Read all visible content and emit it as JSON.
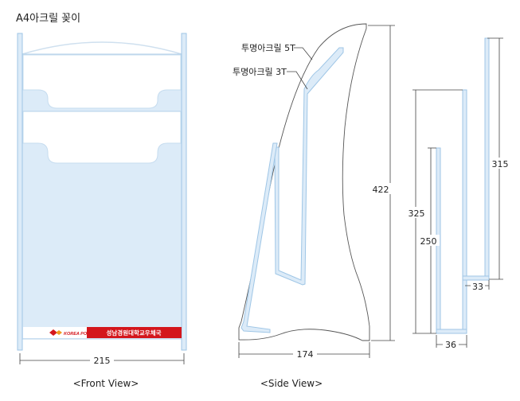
{
  "title": "A4아크릴 꽂이",
  "front_view": {
    "caption": "<Front View>",
    "width_dim": "215",
    "logo_text": "KOREA POST",
    "banner_text": "성남경원대학교우체국"
  },
  "side_view": {
    "caption": "<Side View>",
    "label_5t": "투명아크릴 5T",
    "label_3t": "투명아크릴 3T",
    "height_dim": "422",
    "width_dim": "174"
  },
  "detail_view": {
    "dim_315": "315",
    "dim_325": "325",
    "dim_250": "250",
    "dim_33": "33",
    "dim_36": "36"
  },
  "colors": {
    "acrylic_fill": "#dcebf8",
    "acrylic_edge": "#9fc6e6",
    "line": "#444444",
    "banner_red": "#d4161c"
  }
}
